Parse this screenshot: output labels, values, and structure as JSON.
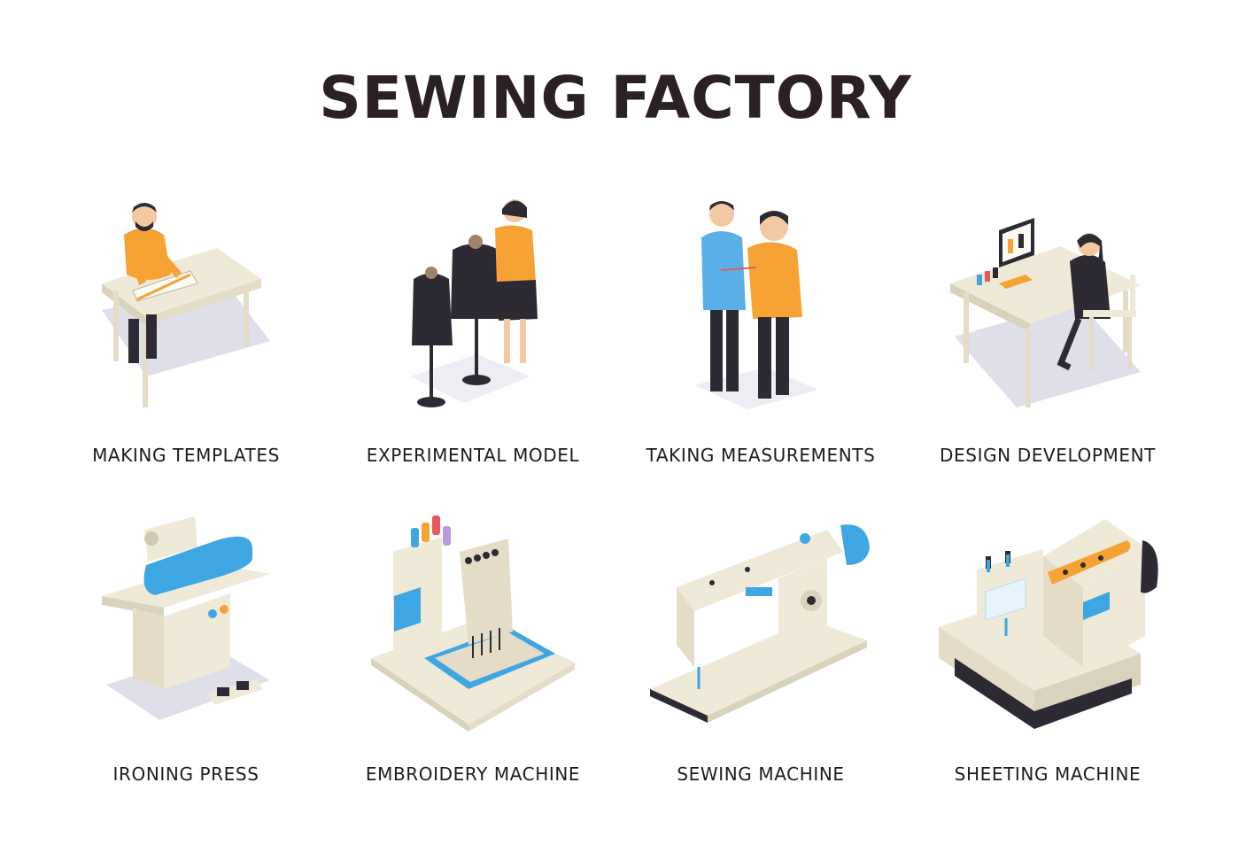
{
  "title": "SEWING FACTORY",
  "items": [
    {
      "label": "MAKING TEMPLATES",
      "icon": "cutting-table-icon"
    },
    {
      "label": "EXPERIMENTAL MODEL",
      "icon": "mannequin-icon"
    },
    {
      "label": "TAKING MEASUREMENTS",
      "icon": "tailor-measuring-icon"
    },
    {
      "label": "DESIGN DEVELOPMENT",
      "icon": "designer-desk-icon"
    },
    {
      "label": "IRONING PRESS",
      "icon": "ironing-press-icon"
    },
    {
      "label": "EMBROIDERY MACHINE",
      "icon": "embroidery-machine-icon"
    },
    {
      "label": "SEWING MACHINE",
      "icon": "sewing-machine-icon"
    },
    {
      "label": "SHEETING MACHINE",
      "icon": "overlock-machine-icon"
    }
  ],
  "colors": {
    "text": "#2a2026",
    "accent_orange": "#f7a234",
    "accent_blue": "#3ea6e2",
    "machine_cream": "#efe9d8",
    "shadow": "#dedfe8",
    "dark": "#2d2a33"
  }
}
